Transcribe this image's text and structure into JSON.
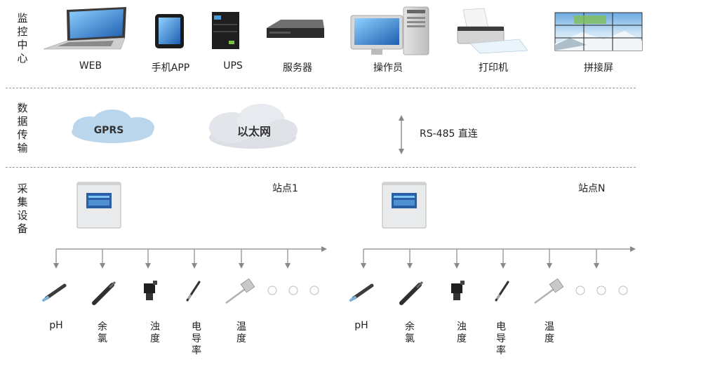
{
  "sections": {
    "monitor": "监控中心",
    "transmission": "数据传输",
    "collection": "采集设备"
  },
  "monitor_devices": [
    {
      "label": "WEB",
      "icon": "laptop-icon"
    },
    {
      "label": "手机APP",
      "icon": "phone-icon"
    },
    {
      "label": "UPS",
      "icon": "ups-icon"
    },
    {
      "label": "服务器",
      "icon": "server-icon"
    },
    {
      "label": "操作员",
      "icon": "workstation-icon"
    },
    {
      "label": "打印机",
      "icon": "printer-icon"
    },
    {
      "label": "拼接屏",
      "icon": "video-wall-icon"
    }
  ],
  "transmission": {
    "gprs": "GPRS",
    "ethernet": "以太网",
    "rs485": "RS-485 直连"
  },
  "stations": [
    {
      "name": "站点1",
      "sensors": [
        "pH",
        "余氯",
        "浊度",
        "电导率",
        "温度"
      ]
    },
    {
      "name": "站点N",
      "sensors": [
        "pH",
        "余氯",
        "浊度",
        "电导率",
        "温度"
      ]
    }
  ],
  "colors": {
    "line": "#888888",
    "cloud": "#b9d6ec",
    "screen": "#2a5fa8"
  }
}
